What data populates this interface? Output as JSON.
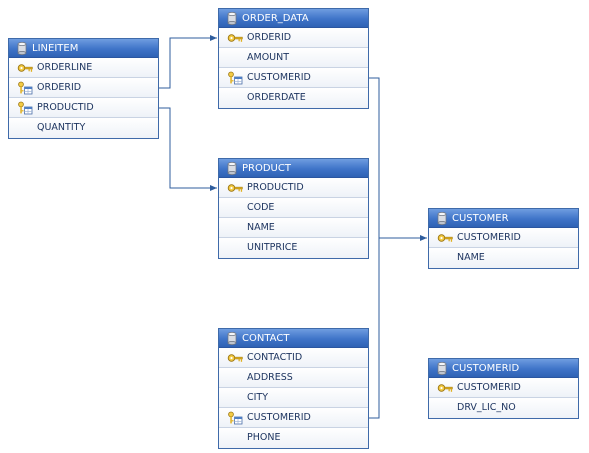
{
  "tables": {
    "lineitem": {
      "name": "LINEITEM",
      "columns": [
        {
          "name": "ORDERLINE",
          "icon": "primary-key-icon"
        },
        {
          "name": "ORDERID",
          "icon": "foreign-key-icon"
        },
        {
          "name": "PRODUCTID",
          "icon": "foreign-key-icon"
        },
        {
          "name": "QUANTITY",
          "icon": ""
        }
      ]
    },
    "order_data": {
      "name": "ORDER_DATA",
      "columns": [
        {
          "name": "ORDERID",
          "icon": "primary-key-icon"
        },
        {
          "name": "AMOUNT",
          "icon": ""
        },
        {
          "name": "CUSTOMERID",
          "icon": "foreign-key-icon"
        },
        {
          "name": "ORDERDATE",
          "icon": ""
        }
      ]
    },
    "product": {
      "name": "PRODUCT",
      "columns": [
        {
          "name": "PRODUCTID",
          "icon": "primary-key-icon"
        },
        {
          "name": "CODE",
          "icon": ""
        },
        {
          "name": "NAME",
          "icon": ""
        },
        {
          "name": "UNITPRICE",
          "icon": ""
        }
      ]
    },
    "contact": {
      "name": "CONTACT",
      "columns": [
        {
          "name": "CONTACTID",
          "icon": "primary-key-icon"
        },
        {
          "name": "ADDRESS",
          "icon": ""
        },
        {
          "name": "CITY",
          "icon": ""
        },
        {
          "name": "CUSTOMERID",
          "icon": "foreign-key-icon"
        },
        {
          "name": "PHONE",
          "icon": ""
        }
      ]
    },
    "customer": {
      "name": "CUSTOMER",
      "columns": [
        {
          "name": "CUSTOMERID",
          "icon": "primary-key-icon"
        },
        {
          "name": "NAME",
          "icon": ""
        }
      ]
    },
    "customerid": {
      "name": "CUSTOMERID",
      "columns": [
        {
          "name": "CUSTOMERID",
          "icon": "primary-key-icon"
        },
        {
          "name": "DRV_LIC_NO",
          "icon": ""
        }
      ]
    }
  },
  "relationships": [
    {
      "from": "LINEITEM.ORDERID",
      "to": "ORDER_DATA.ORDERID"
    },
    {
      "from": "LINEITEM.PRODUCTID",
      "to": "PRODUCT.PRODUCTID"
    },
    {
      "from": "ORDER_DATA.CUSTOMERID",
      "to": "CUSTOMER.CUSTOMERID"
    },
    {
      "from": "CONTACT.CUSTOMERID",
      "to": "CUSTOMER.CUSTOMERID"
    }
  ],
  "colors": {
    "header_top": "#6f9de0",
    "header_bottom": "#2f62b4",
    "border": "#3f6aa9",
    "connector": "#2f5d9e",
    "key_gold": "#e0b020"
  }
}
